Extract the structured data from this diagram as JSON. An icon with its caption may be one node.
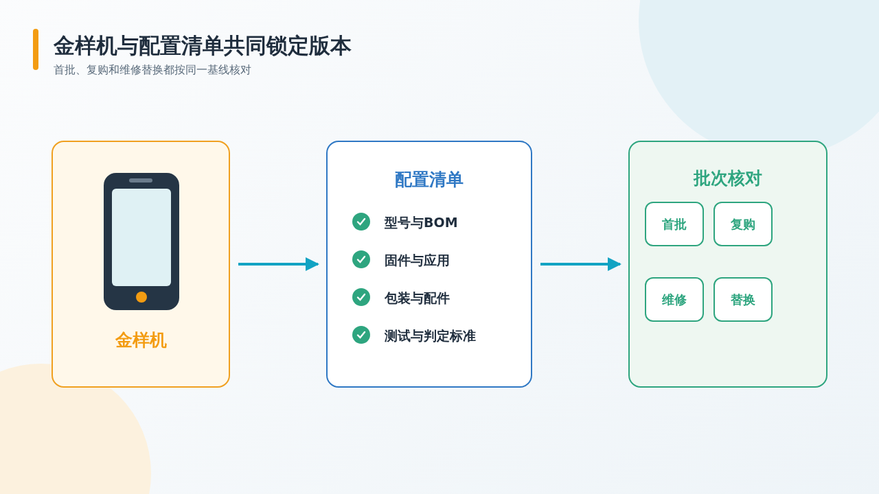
{
  "diagram": {
    "title": "金样机与配置清单共同锁定版本",
    "nodes": [
      {
        "text": [
          "金样机"
        ]
      },
      {
        "text": [
          "配置清单",
          "型号与BOM",
          "固件与应用",
          "包装与配件",
          "测试与判定标准"
        ]
      },
      {
        "text": [
          "批次核对"
        ]
      },
      {
        "text": [
          "首批"
        ],
        "in": 2
      },
      {
        "text": [
          "复购"
        ],
        "in": 2
      },
      {
        "text": [
          "维修"
        ],
        "in": 2
      },
      {
        "text": [
          "替换"
        ],
        "in": 2
      }
    ],
    "edges": [
      {
        "from": 0,
        "to": 1,
        "arrow": "to"
      },
      {
        "from": 1,
        "to": 2,
        "arrow": "to"
      }
    ],
    "labels": [
      "首批、复购和维修替换都按同一基线核对"
    ]
  }
}
